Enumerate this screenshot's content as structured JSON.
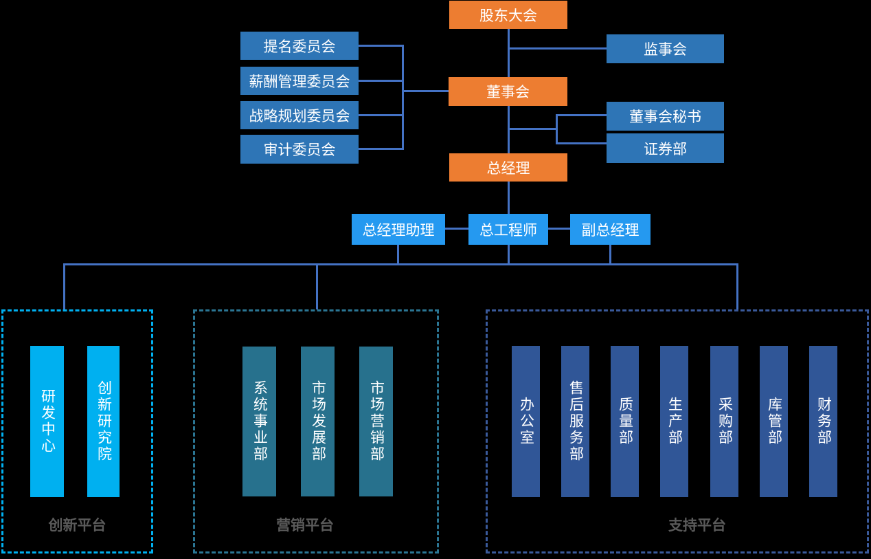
{
  "nodes": {
    "shareholders": "股东大会",
    "supervisory_board": "监事会",
    "board": "董事会",
    "board_secretary": "董事会秘书",
    "securities_dept": "证券部",
    "general_manager": "总经理"
  },
  "committees": [
    "提名委员会",
    "薪酬管理委员会",
    "战略规划委员会",
    "审计委员会"
  ],
  "executives": [
    "总经理助理",
    "总工程师",
    "副总经理"
  ],
  "platforms": [
    {
      "label": "创新平台",
      "departments": [
        "研发中心",
        "创新研究院"
      ]
    },
    {
      "label": "营销平台",
      "departments": [
        "系统事业部",
        "市场发展部",
        "市场营销部"
      ]
    },
    {
      "label": "支持平台",
      "departments": [
        "办公室",
        "售后服务部",
        "质量部",
        "生产部",
        "采购部",
        "库管部",
        "财务部"
      ]
    }
  ],
  "colors": {
    "node_orange": "#ED7D31",
    "node_blue": "#2E75B6",
    "node_azure": "#2599F0",
    "dept_cyan": "#00B0F0",
    "dept_teal": "#27718D",
    "dept_dark_blue": "#305697",
    "connector": "#4472C4",
    "platform_label_gray": "#5A5A5A",
    "background": "#000000"
  }
}
